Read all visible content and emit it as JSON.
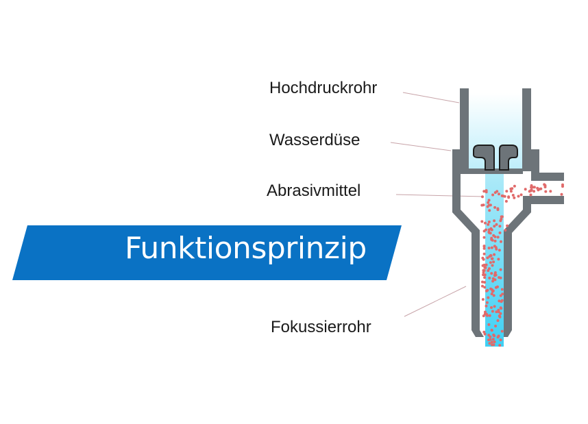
{
  "banner": {
    "title": "Funktionsprinzip",
    "color": "#0a72c4"
  },
  "labels": {
    "high_pressure_tube": "Hochdruckrohr",
    "water_nozzle": "Wasserdüse",
    "abrasive": "Abrasivmittel",
    "focusing_tube": "Fokussierrohr"
  },
  "colors": {
    "housing": "#6d7479",
    "water": "#8fe2f6",
    "particle": "#e06a6a",
    "leader_line": "#c7a3a8"
  }
}
